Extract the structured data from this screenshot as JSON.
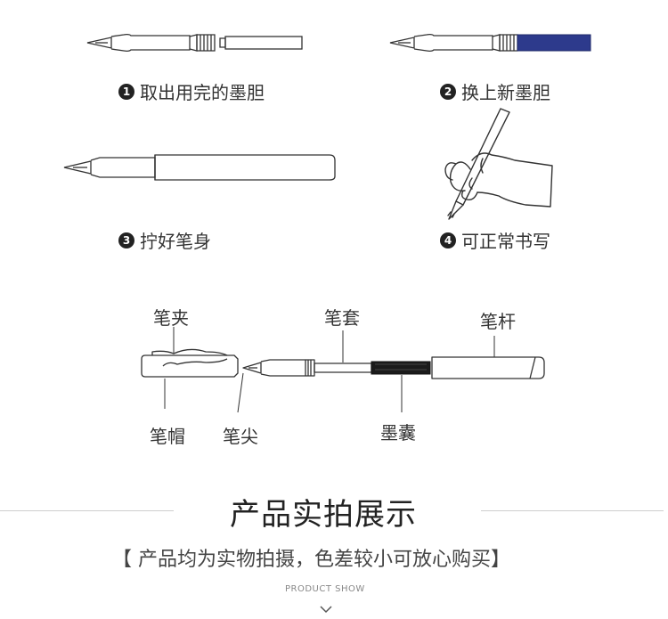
{
  "steps": [
    {
      "num": "1",
      "label": "取出用完的墨胆"
    },
    {
      "num": "2",
      "label": "换上新墨胆"
    },
    {
      "num": "3",
      "label": "拧好笔身"
    },
    {
      "num": "4",
      "label": "可正常书写"
    }
  ],
  "parts": {
    "clip": "笔夹",
    "cap": "笔帽",
    "nib": "笔尖",
    "sleeve": "笔套",
    "cartridge": "墨囊",
    "barrel": "笔杆"
  },
  "section": {
    "title": "产品实拍展示",
    "subtitle": "【 产品均为实物拍摄，色差较小可放心购买】",
    "en_caption": "PRODUCT SHOW"
  },
  "colors": {
    "ink_blue": "#2d3a8c",
    "line": "#333333"
  }
}
